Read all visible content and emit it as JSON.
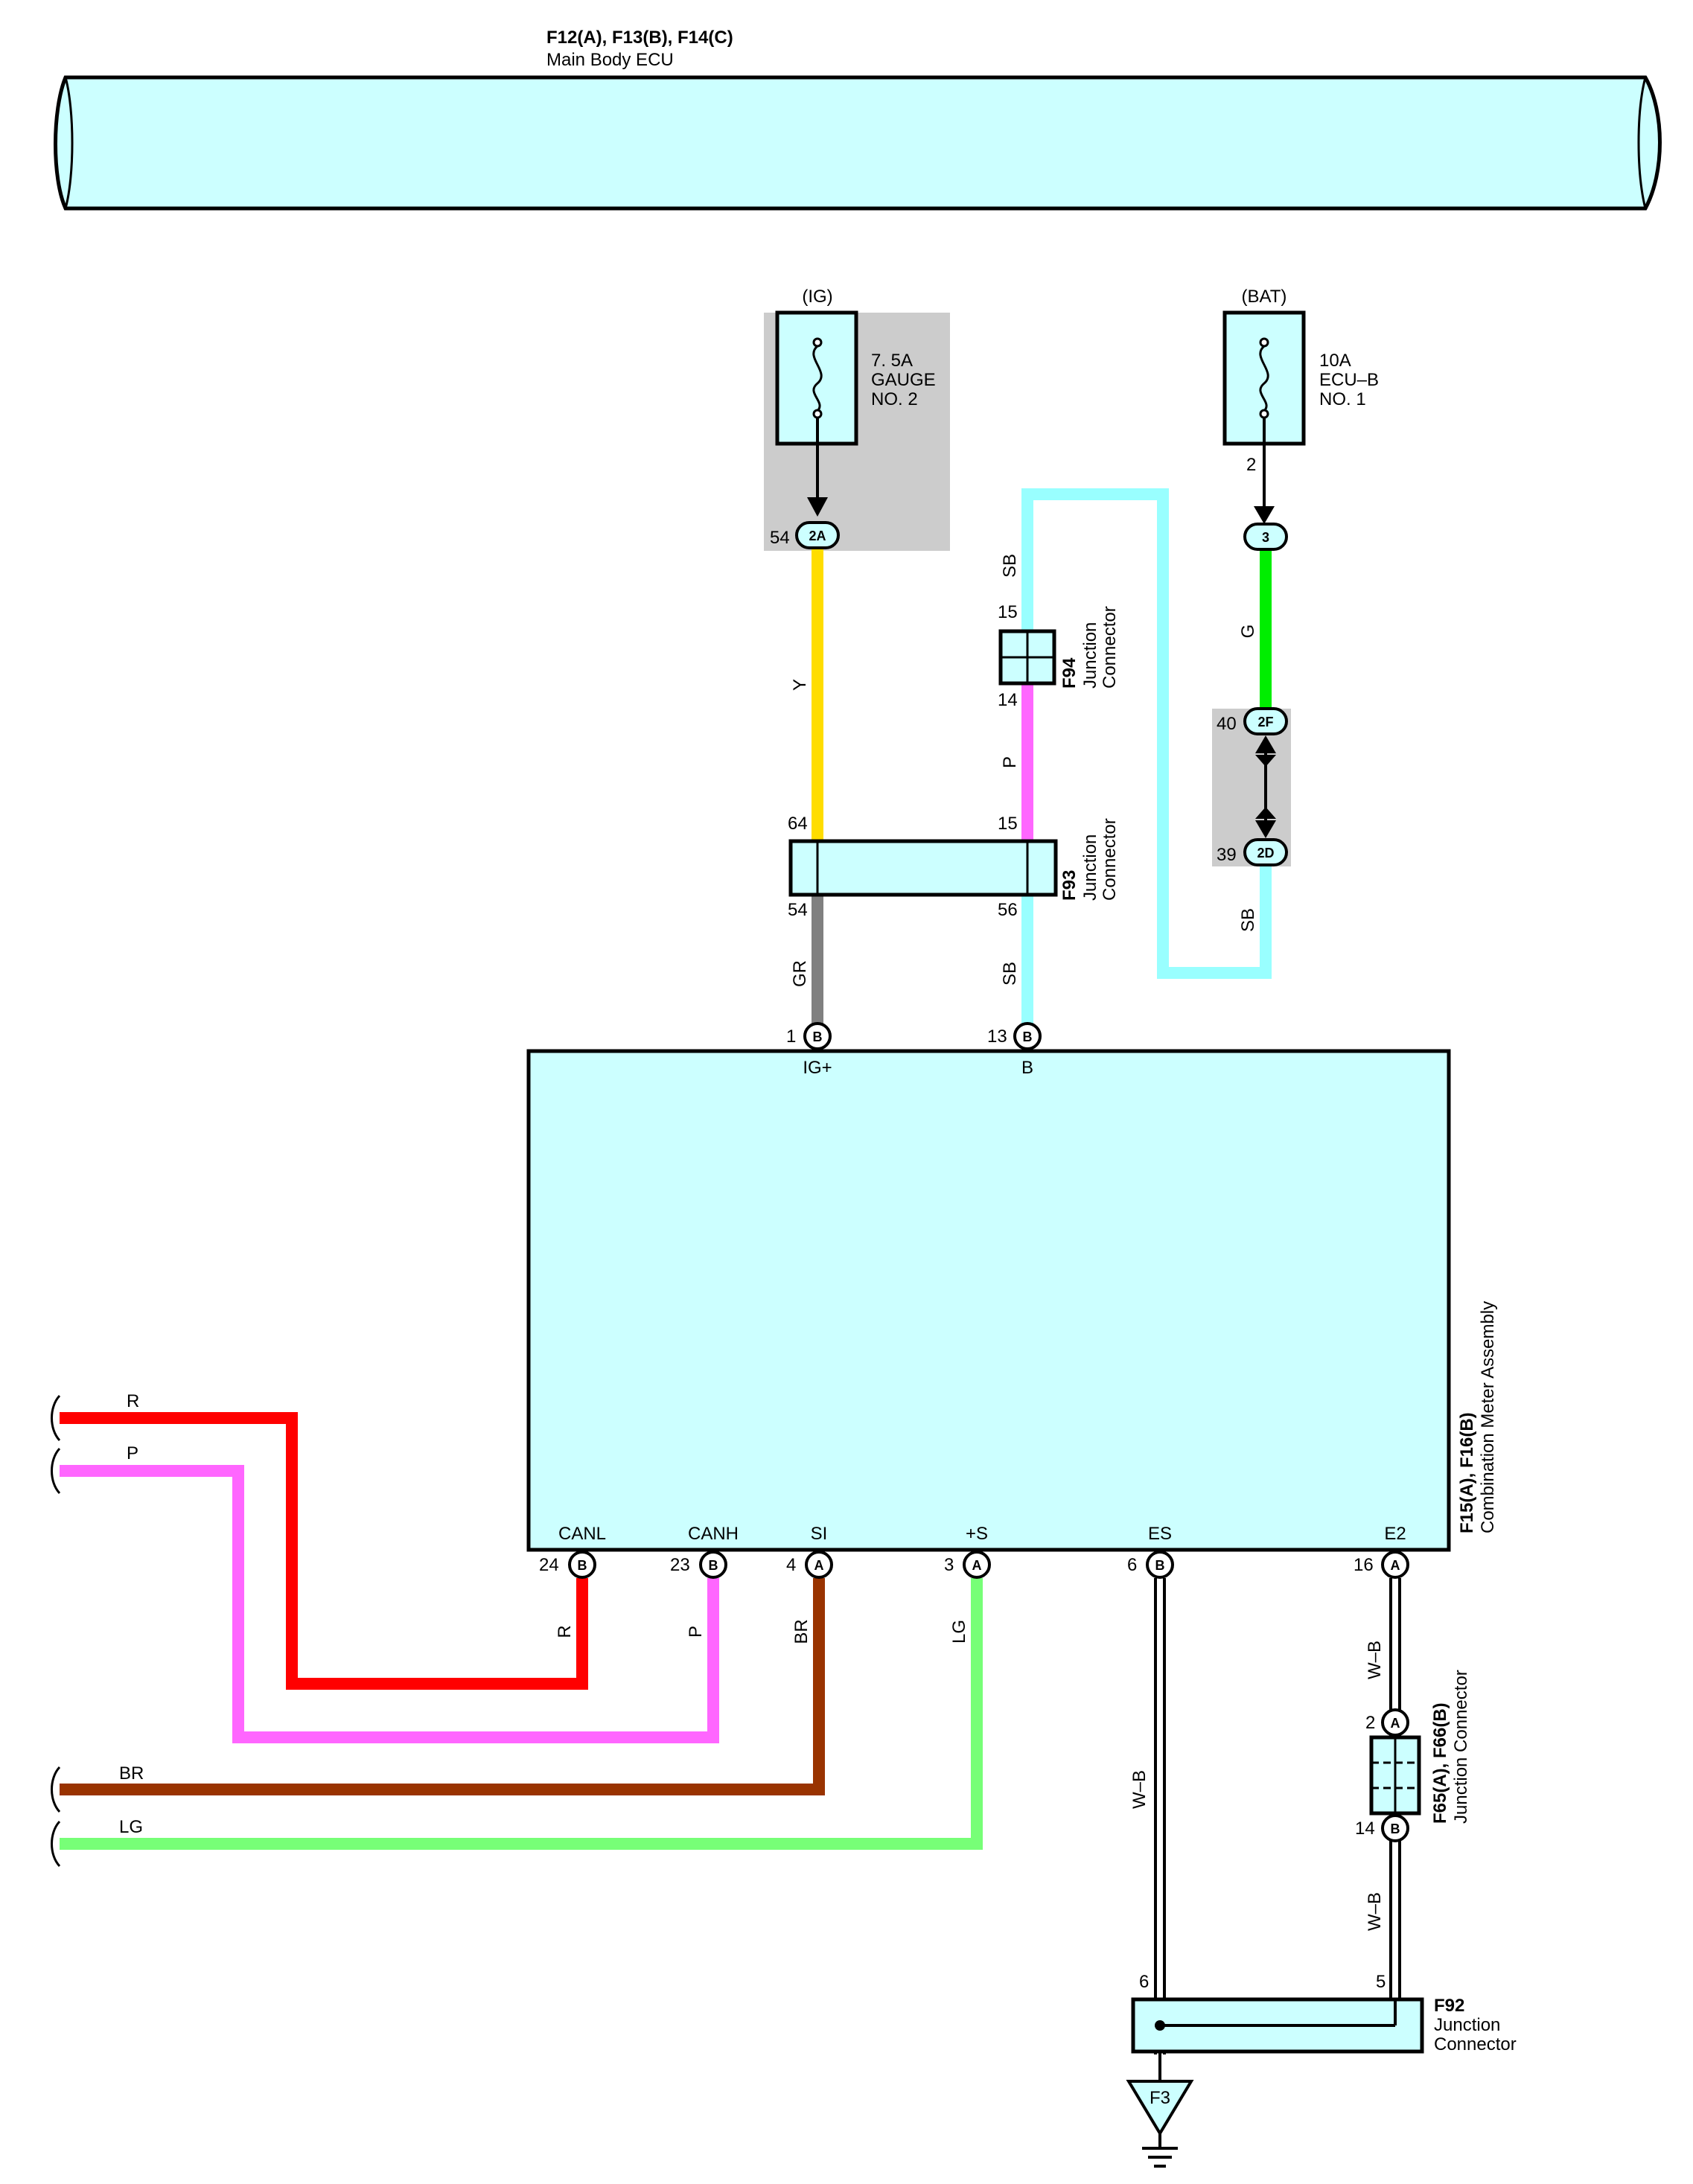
{
  "ecu": {
    "title": "F12(A), F13(B), F14(C)",
    "name": "Main Body ECU"
  },
  "fuses": {
    "ig": {
      "header": "(IG)",
      "line1": "7. 5A",
      "line2": "GAUGE",
      "line3": "NO. 2"
    },
    "bat": {
      "header": "(BAT)",
      "line1": "10A",
      "line2": "ECU–B",
      "line3": "NO. 1",
      "pin": "2"
    }
  },
  "terminals": {
    "t2A": {
      "code": "2A",
      "pin": "54"
    },
    "t3": {
      "code": "3"
    },
    "t2F": {
      "code": "2F",
      "pin": "40"
    },
    "t2D": {
      "code": "2D",
      "pin": "39"
    }
  },
  "connectors": {
    "f94": {
      "id": "F94",
      "name1": "Junction",
      "name2": "Connector",
      "pin_top": "15",
      "pin_bottom": "14"
    },
    "f93": {
      "id": "F93",
      "name1": "Junction",
      "name2": "Connector",
      "pin_tl": "64",
      "pin_tr": "15",
      "pin_bl": "54",
      "pin_br": "56"
    },
    "f65": {
      "id": "F65(A), F66(B)",
      "name": "Junction Connector",
      "pin_top": "2",
      "pin_bottom": "14",
      "term_top": "A",
      "term_bottom": "B"
    },
    "f92": {
      "id": "F92",
      "name1": "Junction",
      "name2": "Connector",
      "pin_left": "6",
      "pin_right": "5"
    }
  },
  "meter": {
    "id": "F15(A), F16(B)",
    "name": "Combination Meter Assembly",
    "top_pins": [
      {
        "pin": "1",
        "term": "B",
        "label": "IG+"
      },
      {
        "pin": "13",
        "term": "B",
        "label": "B"
      }
    ],
    "bottom_pins": [
      {
        "pin": "24",
        "term": "B",
        "label": "CANL"
      },
      {
        "pin": "23",
        "term": "B",
        "label": "CANH"
      },
      {
        "pin": "4",
        "term": "A",
        "label": "SI"
      },
      {
        "pin": "3",
        "term": "A",
        "label": "+S"
      },
      {
        "pin": "6",
        "term": "B",
        "label": "ES"
      },
      {
        "pin": "16",
        "term": "A",
        "label": "E2"
      }
    ]
  },
  "wires": {
    "sb_top": "SB",
    "y": "Y",
    "p_f94": "P",
    "gr": "GR",
    "sb_f93": "SB",
    "g": "G",
    "sb_2d": "SB",
    "r_left": "R",
    "p_left": "P",
    "br_left": "BR",
    "lg_left": "LG",
    "r_vert": "R",
    "p_vert": "P",
    "br_vert": "BR",
    "lg_vert": "LG",
    "wb_es": "W–B",
    "wb_e2_top": "W–B",
    "wb_e2_bottom": "W–B"
  },
  "ground": {
    "label": "F3"
  },
  "colors": {
    "fill": "#ccffff",
    "shade": "#cccccc",
    "yellow": "#ffdd00",
    "sky_blue": "#99ffff",
    "pink": "#ff66ff",
    "gray": "#808080",
    "green": "#00ee00",
    "red": "#ff0000",
    "brown": "#993300",
    "light_green": "#77ff77"
  }
}
